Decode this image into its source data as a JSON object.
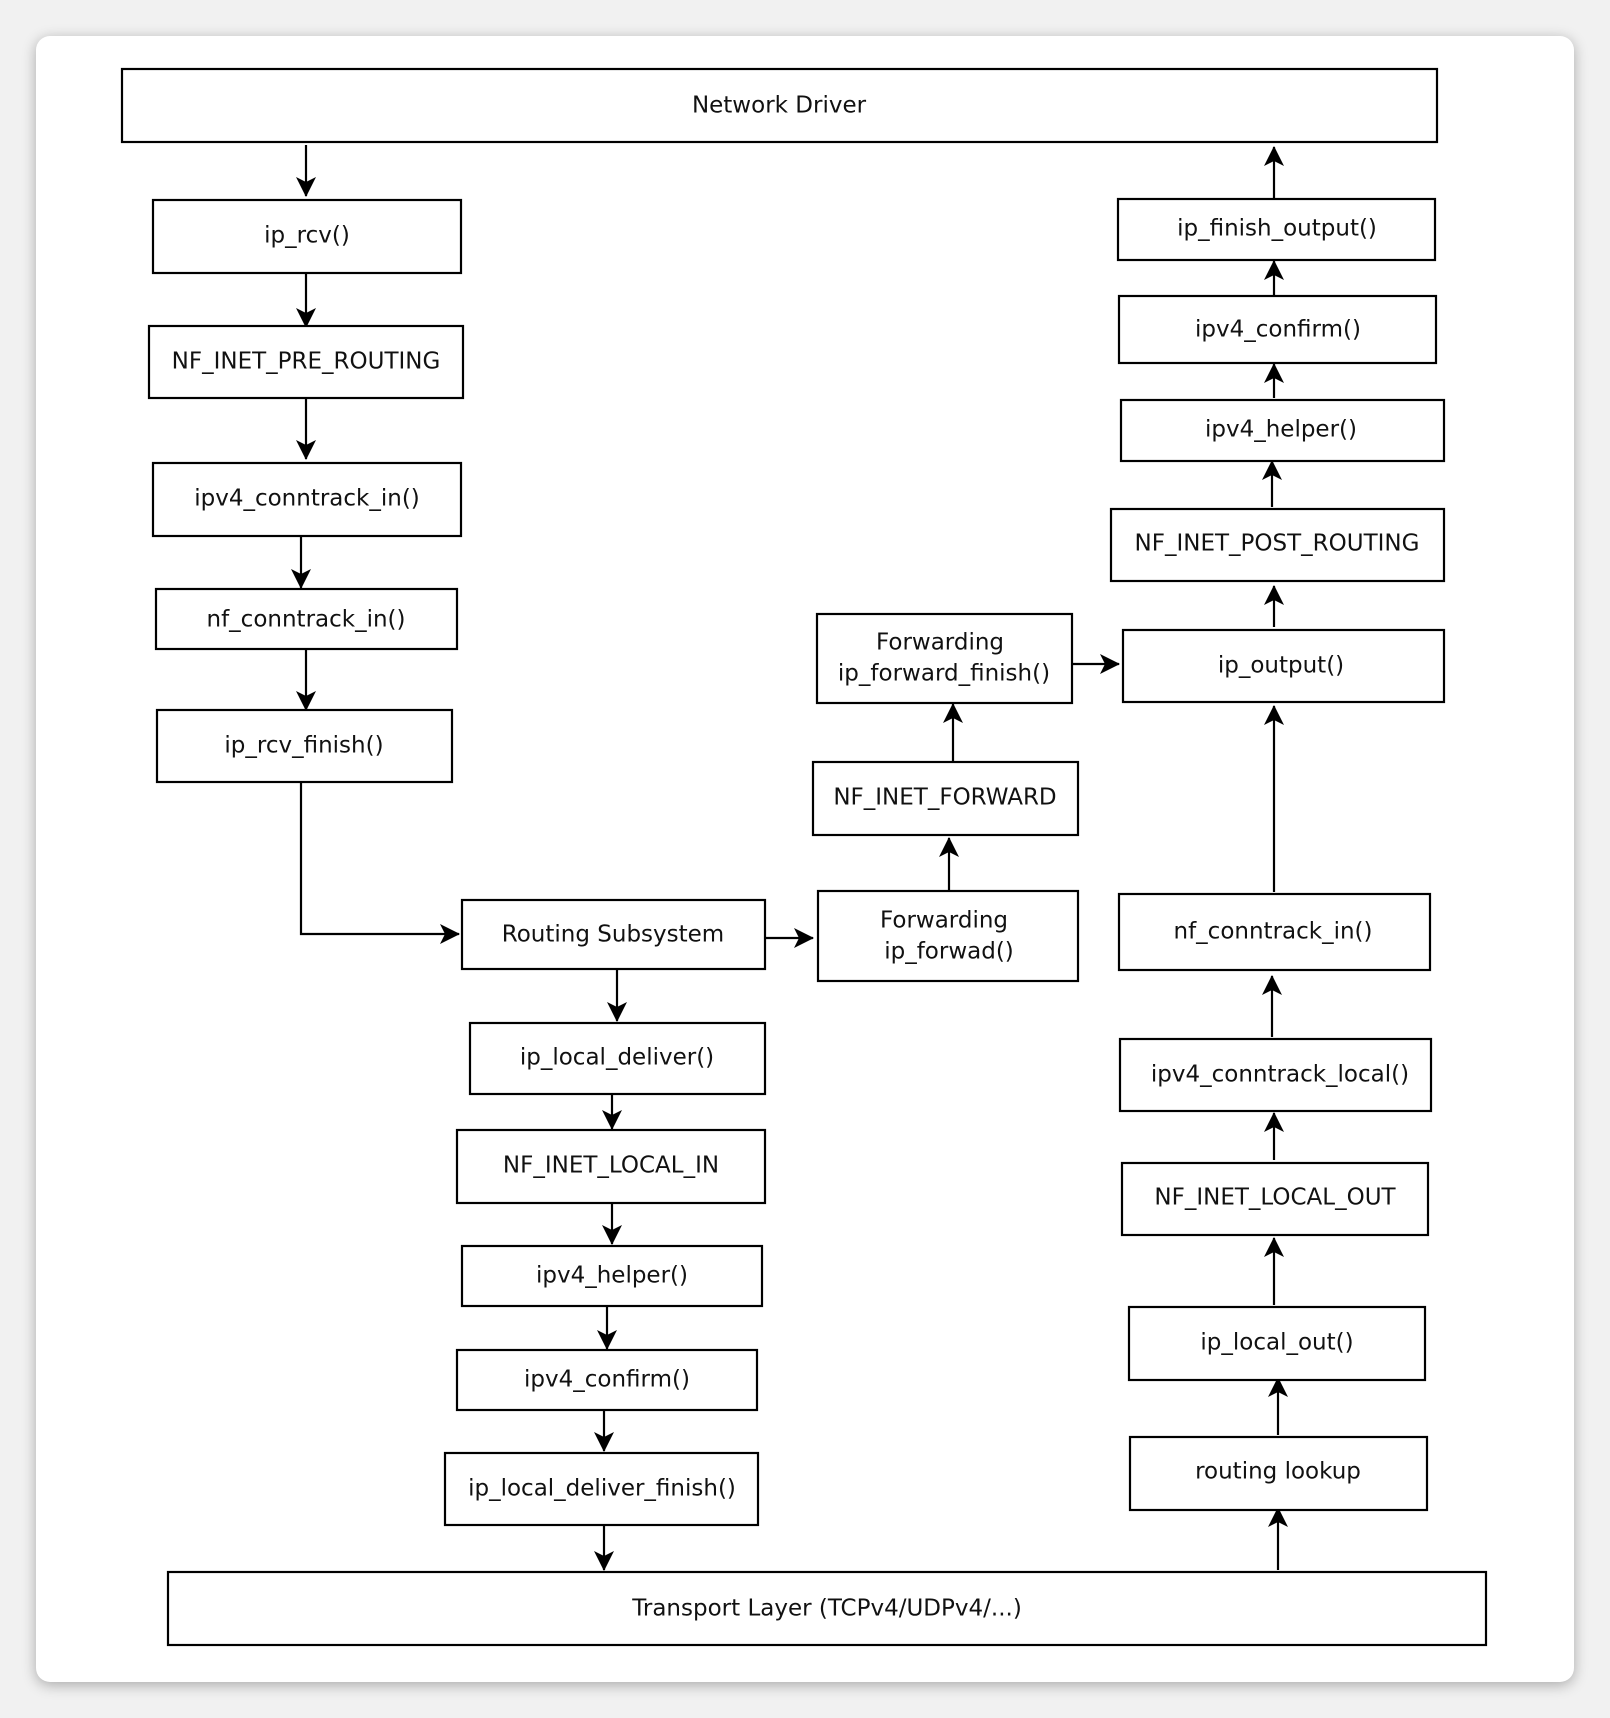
{
  "nodes": {
    "network_driver": "Network Driver",
    "ip_rcv": "ip_rcv()",
    "pre_routing": "NF_INET_PRE_ROUTING",
    "ipv4_conntrack_in": "ipv4_conntrack_in()",
    "nf_conntrack_in_left": "nf_conntrack_in()",
    "ip_rcv_finish": "ip_rcv_finish()",
    "routing_subsystem": "Routing Subsystem",
    "ip_local_deliver": "ip_local_deliver()",
    "local_in": "NF_INET_LOCAL_IN",
    "ipv4_helper_mid": "ipv4_helper()",
    "ipv4_confirm_mid": "ipv4_confirm()",
    "ip_local_deliver_finish": "ip_local_deliver_finish()",
    "transport_layer": "Transport Layer (TCPv4/UDPv4/...)",
    "forwarding_ip_forward": [
      "Forwarding",
      "ip_forwad()"
    ],
    "nf_inet_forward": "NF_INET_FORWARD",
    "forwarding_ip_forward_finish": [
      "Forwarding",
      "ip_forward_finish()"
    ],
    "ip_output": "ip_output()",
    "post_routing": "NF_INET_POST_ROUTING",
    "ipv4_helper_right": "ipv4_helper()",
    "ipv4_confirm_right": "ipv4_confirm()",
    "ip_finish_output": "ip_finish_output()",
    "nf_conntrack_in_right": "nf_conntrack_in()",
    "ipv4_conntrack_local": "ipv4_conntrack_local()",
    "local_out": "NF_INET_LOCAL_OUT",
    "ip_local_out": "ip_local_out()",
    "routing_lookup": "routing lookup"
  },
  "edges": [
    [
      "network_driver",
      "ip_rcv"
    ],
    [
      "ip_rcv",
      "pre_routing"
    ],
    [
      "pre_routing",
      "ipv4_conntrack_in"
    ],
    [
      "ipv4_conntrack_in",
      "nf_conntrack_in_left"
    ],
    [
      "nf_conntrack_in_left",
      "ip_rcv_finish"
    ],
    [
      "ip_rcv_finish",
      "routing_subsystem"
    ],
    [
      "routing_subsystem",
      "ip_local_deliver"
    ],
    [
      "ip_local_deliver",
      "local_in"
    ],
    [
      "local_in",
      "ipv4_helper_mid"
    ],
    [
      "ipv4_helper_mid",
      "ipv4_confirm_mid"
    ],
    [
      "ipv4_confirm_mid",
      "ip_local_deliver_finish"
    ],
    [
      "ip_local_deliver_finish",
      "transport_layer"
    ],
    [
      "routing_subsystem",
      "forwarding_ip_forward"
    ],
    [
      "forwarding_ip_forward",
      "nf_inet_forward"
    ],
    [
      "nf_inet_forward",
      "forwarding_ip_forward_finish"
    ],
    [
      "forwarding_ip_forward_finish",
      "ip_output"
    ],
    [
      "ip_output",
      "post_routing"
    ],
    [
      "post_routing",
      "ipv4_helper_right"
    ],
    [
      "ipv4_helper_right",
      "ipv4_confirm_right"
    ],
    [
      "ipv4_confirm_right",
      "ip_finish_output"
    ],
    [
      "ip_finish_output",
      "network_driver"
    ],
    [
      "transport_layer",
      "routing_lookup"
    ],
    [
      "routing_lookup",
      "ip_local_out"
    ],
    [
      "ip_local_out",
      "local_out"
    ],
    [
      "local_out",
      "ipv4_conntrack_local"
    ],
    [
      "ipv4_conntrack_local",
      "nf_conntrack_in_right"
    ],
    [
      "nf_conntrack_in_right",
      "ip_output"
    ]
  ]
}
